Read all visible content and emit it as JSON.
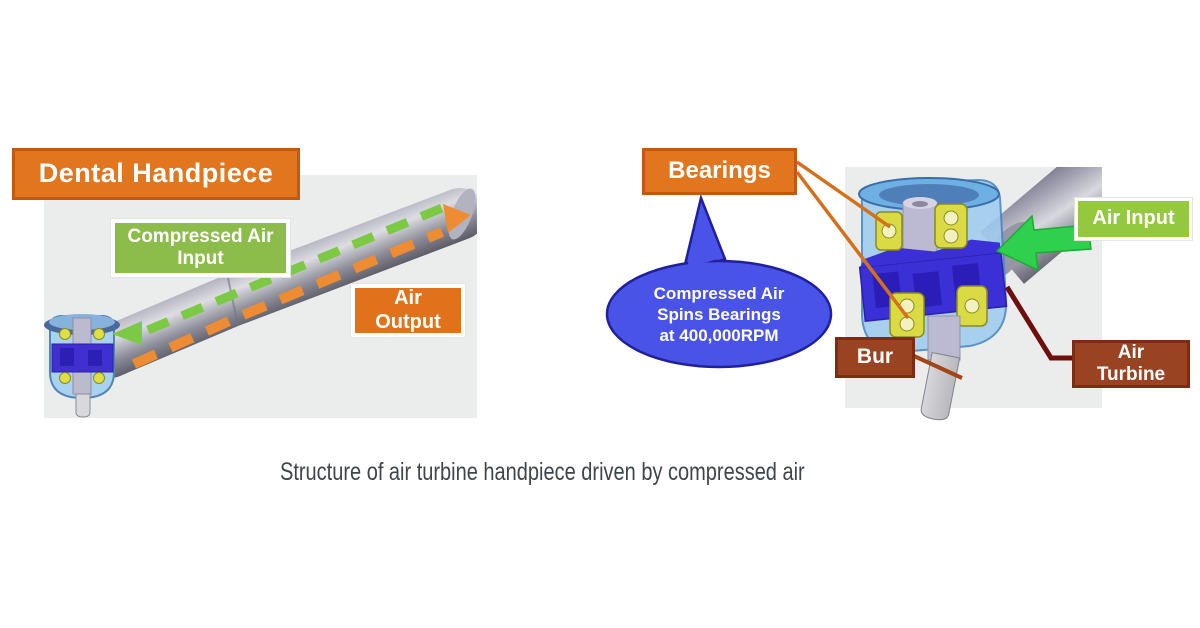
{
  "caption": "Structure of air turbine handpiece driven by compressed air",
  "left_figure": {
    "title": "Dental Handpiece",
    "labels": {
      "compressed_air_input": {
        "line1": "Compressed Air",
        "line2": "Input"
      },
      "air_output": {
        "line1": "Air",
        "line2": "Output"
      }
    }
  },
  "right_figure": {
    "labels": {
      "bearings": "Bearings",
      "air_input": "Air Input",
      "bur": "Bur",
      "air_turbine": {
        "line1": "Air",
        "line2": "Turbine"
      }
    },
    "bubble": {
      "line1": "Compressed Air",
      "line2": "Spins Bearings",
      "line3": "at 400,000RPM"
    }
  },
  "colors": {
    "label_orange": "#e2761e",
    "label_orange_border": "#c2590f",
    "label_green": "#8cbc4a",
    "label_green_bright": "#94c83e",
    "label_brown": "#9a4322",
    "label_brown_border": "#7c2c10",
    "flow_green": "#7cc944",
    "flow_orange": "#ee8c33",
    "arrow_green_bright": "#2ed04e",
    "bubble_blue": "#4a53e8",
    "bubble_border": "#20209a",
    "pointer_orange": "#d4701c",
    "pointer_dark_red": "#6e0f0f",
    "panel_gray": "#ebedec",
    "caption_gray": "#3f464b"
  }
}
